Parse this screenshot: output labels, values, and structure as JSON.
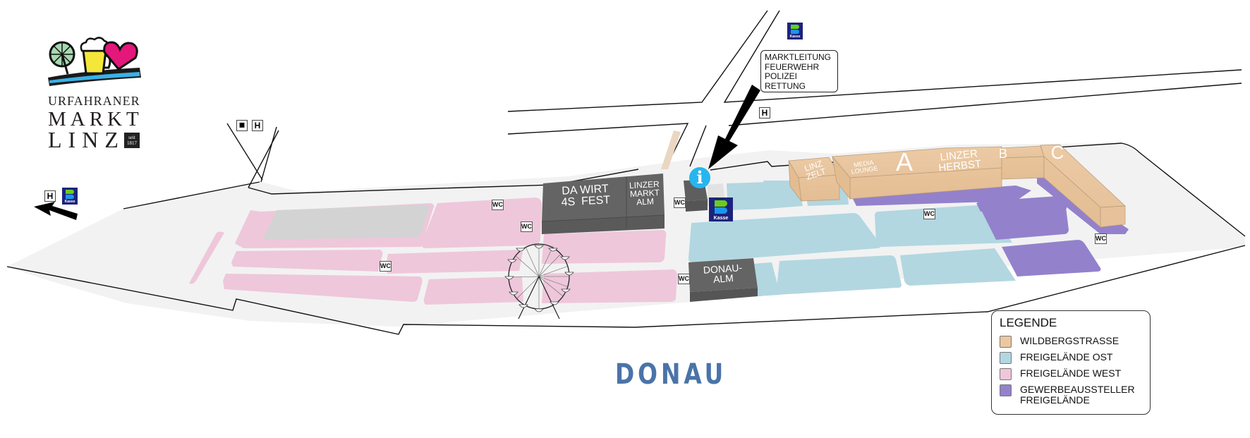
{
  "logo": {
    "line1": "URFAHRANER",
    "line2": "MARKT",
    "line3": "LINZ",
    "badge_line1": "seit",
    "badge_line2": "1817",
    "icons": [
      "ferris-wheel-icon",
      "beer-mug-icon",
      "heart-icon",
      "river-wave-icon"
    ]
  },
  "colors": {
    "wildbergstrasse": "#ebc8a2",
    "freigelaende_ost": "#b2d7e1",
    "freigelaende_west": "#eec7da",
    "gewerbeaussteller": "#9381cc",
    "building_dark": "#616161",
    "ground": "#f2f2f2",
    "parking_gray": "#d3d3d3",
    "river_text": "#4a74a8",
    "info_blue": "#27b5ef",
    "kasse_navy": "#1c237d",
    "kasse_green": "#6acd1c",
    "kasse_blue": "#1c95ee"
  },
  "buildings": {
    "da_wirt_line1": "DA WIRT",
    "da_wirt_line2": "4S  FEST",
    "linzer_markt_alm_line1": "LINZER",
    "linzer_markt_alm_line2": "MARKT",
    "linzer_markt_alm_line3": "ALM",
    "donau_alm_line1": "DONAU-",
    "donau_alm_line2": "ALM",
    "linz_zelt_line1": "LINZ",
    "linz_zelt_line2": "ZELT",
    "media_lounge_line1": "MEDIA",
    "media_lounge_line2": "LOUNGE",
    "hall_a": "A",
    "linzer_herbst_line1": "LINZER",
    "linzer_herbst_line2": "HERBST",
    "hall_b": "B",
    "hall_c": "C"
  },
  "markers": {
    "wc_label": "WC",
    "h_label": "H",
    "kasse_label": "Kasse",
    "info_label": "i",
    "parking_icon": "car-icon"
  },
  "info_box": {
    "lines": [
      "MARKTLEITUNG",
      "FEUERWEHR",
      "POLIZEI",
      "RETTUNG"
    ]
  },
  "river": {
    "label": "DONAU"
  },
  "legend": {
    "title": "LEGENDE",
    "items": [
      {
        "label": "WILDBERGSTRASSE",
        "color": "#ebc8a2"
      },
      {
        "label": "FREIGELÄNDE OST",
        "color": "#b2d7e1"
      },
      {
        "label": "FREIGELÄNDE WEST",
        "color": "#eec7da"
      },
      {
        "label": "GEWERBEAUSSTELLER",
        "label2": "FREIGELÄNDE",
        "color": "#9381cc"
      }
    ]
  }
}
